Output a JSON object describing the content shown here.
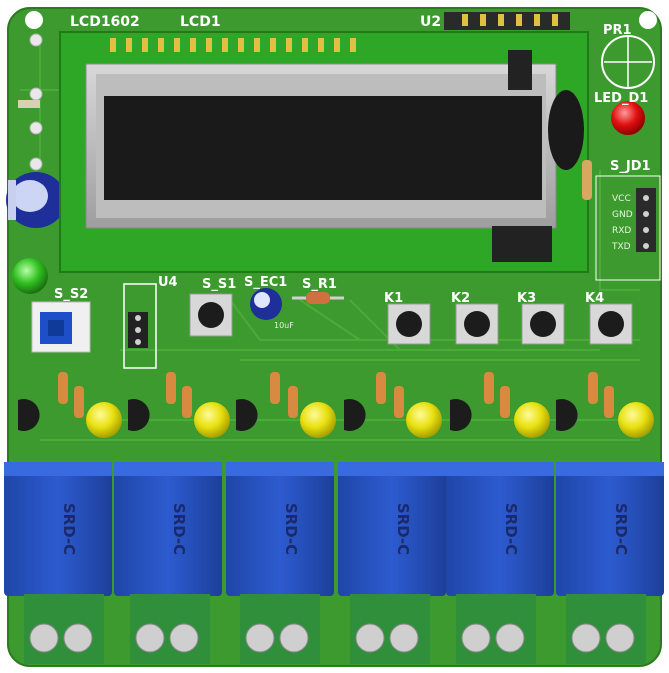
{
  "labels": {
    "lcd_module": "LCD1602",
    "lcd_ref": "LCD1",
    "regulator": "U2",
    "photoresistor": "PR1",
    "led_indicator": "LED_D1",
    "download_header": "S_JD1",
    "chip": "U4",
    "switch_main": "S_S1",
    "capacitor": "S_EC1",
    "resistor": "S_R1",
    "power_switch": "S_S2",
    "cap_value": "10uF"
  },
  "header_pins": [
    "VCC",
    "GND",
    "RXD",
    "TXD"
  ],
  "keys": [
    "K1",
    "K2",
    "K3",
    "K4"
  ],
  "relays": [
    "SRD-C",
    "SRD-C",
    "SRD-C",
    "SRD-C",
    "SRD-C",
    "SRD-C"
  ],
  "colors": {
    "board": "#3c9a2e",
    "relay": "#2a55c0",
    "terminal": "#2f8f3a",
    "led_red": "#e01010",
    "led_yellow": "#e8e010",
    "led_green": "#30c020"
  }
}
